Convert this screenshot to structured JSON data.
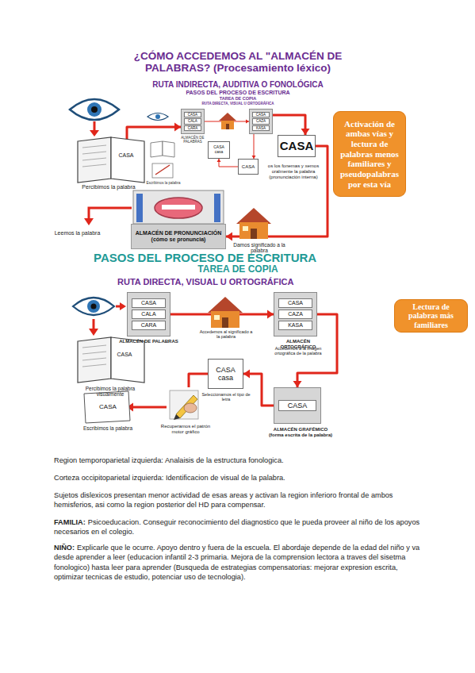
{
  "diagram": {
    "title": "¿CÓMO ACCEDEMOS AL \"ALMACÉN DE PALABRAS? (Procesamiento léxico)",
    "nodes": [
      {
        "text": [
          "CASA"
        ]
      },
      {
        "text": [
          "CASA",
          "CALA",
          "CARA"
        ]
      },
      {
        "text": [
          "CASA",
          "CAZA",
          "KASA"
        ]
      },
      {
        "text": [
          "CASA",
          "casa"
        ]
      },
      {
        "text": [
          "CASA"
        ]
      },
      {
        "text": [
          "CASA"
        ]
      },
      {
        "text": [
          "Activación de ambas vías y lectura de palabras menos familiares y pseudopalabras por esta vía"
        ]
      },
      {
        "text": [
          "ALMACÉN DE PRONUNCIACIÓN (cómo se pronuncia)"
        ]
      },
      {
        "text": [
          "CASA",
          "CALA",
          "CARA"
        ]
      },
      {
        "text": [
          "CASA",
          "CAZA",
          "KASA"
        ]
      },
      {
        "text": [
          "Lectura de palabras más familiares"
        ]
      },
      {
        "text": [
          "CASA"
        ]
      },
      {
        "text": [
          "CASA",
          "casa"
        ]
      },
      {
        "text": [
          "CASA"
        ]
      },
      {
        "text": [
          "CASA"
        ]
      }
    ],
    "edges": [
      {
        "from": 0,
        "to": 1,
        "arrow": "to"
      },
      {
        "from": 1,
        "to": 2,
        "arrow": "to"
      },
      {
        "from": 2,
        "to": 4,
        "arrow": "to"
      },
      {
        "from": 4,
        "to": 3,
        "arrow": "to"
      },
      {
        "from": 2,
        "to": 5,
        "arrow": "to"
      },
      {
        "from": 5,
        "to": 7,
        "arrow": "to"
      },
      {
        "from": 8,
        "to": 9,
        "arrow": "to"
      },
      {
        "from": 9,
        "to": 13,
        "arrow": "to"
      },
      {
        "from": 13,
        "to": 12,
        "arrow": "to"
      },
      {
        "from": 12,
        "to": 14,
        "arrow": "to"
      }
    ],
    "labels": [
      "RUTA INDIRECTA, AUDITIVA O FONOLÓGICA",
      "PASOS DEL PROCESO DE ESCRITURA",
      "TAREA DE COPIA",
      "RUTA DIRECTA, VISUAL U ORTOGRÁFICA",
      "ALMACÉN DE PALABRAS",
      "Escribimos la palabra",
      "Percibimos la palabra",
      "os los fonemas y xemos oralmente la palabra (pronunciación interna)",
      "Leemos la palabra",
      "Damos significado a la palabra",
      "PASOS DEL PROCESO DE ESCRITURA",
      "TAREA DE COPIA",
      "RUTA DIRECTA, VISUAL U ORTOGRÁFICA",
      "ALMACÉN DE PALABRAS",
      "Accedemos al significado a la palabra",
      "ALMACÉN ORTOGRÁFICO",
      "Accedemos a la imagen ortográfica de la palabra",
      "Percibimos la palabra visualmente",
      "Seleccionamos el tipo de letra",
      "Recuperamos el patrón motor gráfico",
      "ALMACÉN GRAFÉMICO (forma escrita de la palabra)",
      "Escribimos la palabra",
      "Region temporoparietal izquierda: Analaisis de la estructura fonologica.",
      "Corteza occipitoparietal izquierda: Identificacion de visual de la palabra.",
      "Sujetos dislexicos presentan menor actividad de esas areas y activan la region inferioro frontal de ambos hemisferios, asi como la region posterior del HD para compensar.",
      "FAMILIA:",
      "Psicoeducacion. Conseguir reconocimiento del diagnostico que le pueda proveer al niño de los apoyos necesarios en el colegio.",
      "NIÑO:",
      "Explicarle que le ocurre. Apoyo dentro y fuera de la escuela. El abordaje depende de la edad del niño y va desde aprender a leer (educacion infantil 2-3 primaria. Mejora de la comprension lectora a traves del sisetma fonologico) hasta leer para aprender (Busqueda de estrategias compensatorias: mejorar expresion escrita, optimizar tecnicas de estudio, potenciar uso de tecnologia)."
    ]
  }
}
